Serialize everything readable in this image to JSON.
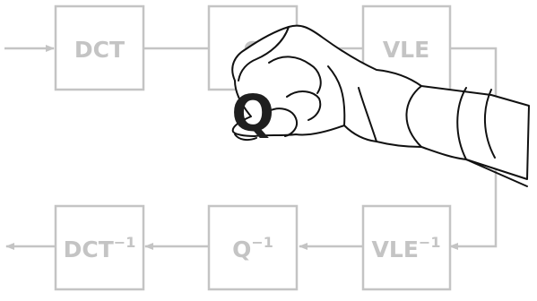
{
  "diagram": {
    "blocks": [
      {
        "id": "dct",
        "label": "DCT",
        "superscript": ""
      },
      {
        "id": "q",
        "label": "Q",
        "superscript": ""
      },
      {
        "id": "vle",
        "label": "VLE",
        "superscript": ""
      },
      {
        "id": "dct-inv",
        "label": "DCT",
        "superscript": "−1"
      },
      {
        "id": "q-inv",
        "label": "Q",
        "superscript": "−1"
      },
      {
        "id": "vle-inv",
        "label": "VLE",
        "superscript": "−1"
      }
    ],
    "held_letter": "Q"
  },
  "colors": {
    "diagram_gray": "#c4c4c4",
    "ink": "#111111",
    "held_letter": "#1f1f1f"
  }
}
